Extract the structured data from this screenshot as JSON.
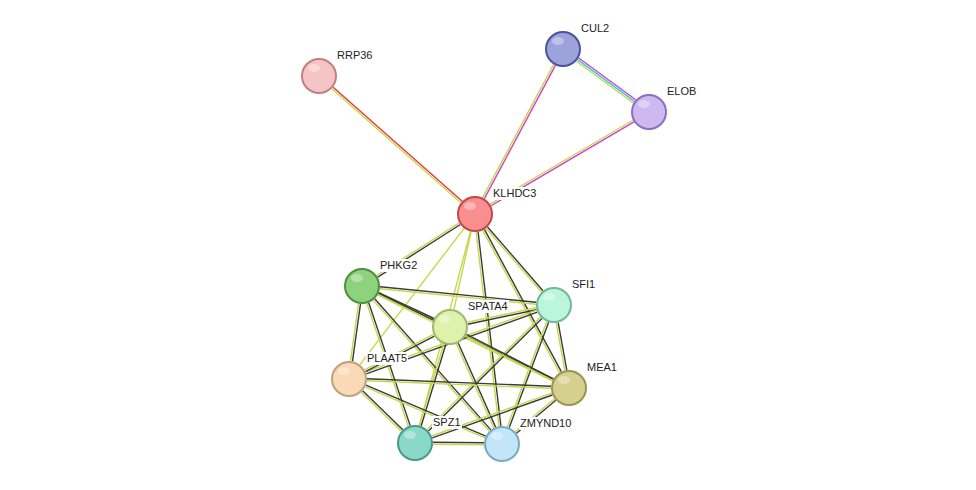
{
  "diagram": {
    "nodes": [
      {
        "text": [
          "RRP36"
        ]
      },
      {
        "text": [
          "CUL2"
        ]
      },
      {
        "text": [
          "ELOB"
        ]
      },
      {
        "text": [
          "KLHDC3"
        ]
      },
      {
        "text": [
          "PHKG2"
        ]
      },
      {
        "text": [
          "SFI1"
        ]
      },
      {
        "text": [
          "SPATA4"
        ]
      },
      {
        "text": [
          "PLAAT5"
        ]
      },
      {
        "text": [
          "MEA1"
        ]
      },
      {
        "text": [
          "SPZ1"
        ]
      },
      {
        "text": [
          "ZMYND10"
        ]
      }
    ],
    "edges": [
      {
        "from": 0,
        "to": 3,
        "arrow": "none"
      },
      {
        "from": 1,
        "to": 3,
        "arrow": "none"
      },
      {
        "from": 1,
        "to": 2,
        "arrow": "none"
      },
      {
        "from": 2,
        "to": 3,
        "arrow": "none"
      },
      {
        "from": 3,
        "to": 4,
        "arrow": "none"
      },
      {
        "from": 3,
        "to": 5,
        "arrow": "none"
      },
      {
        "from": 3,
        "to": 6,
        "arrow": "none"
      },
      {
        "from": 3,
        "to": 7,
        "arrow": "none"
      },
      {
        "from": 3,
        "to": 8,
        "arrow": "none"
      },
      {
        "from": 3,
        "to": 9,
        "arrow": "none"
      },
      {
        "from": 3,
        "to": 10,
        "arrow": "none"
      },
      {
        "from": 4,
        "to": 5,
        "arrow": "none"
      },
      {
        "from": 4,
        "to": 6,
        "arrow": "none"
      },
      {
        "from": 4,
        "to": 7,
        "arrow": "none"
      },
      {
        "from": 4,
        "to": 8,
        "arrow": "none"
      },
      {
        "from": 4,
        "to": 9,
        "arrow": "none"
      },
      {
        "from": 4,
        "to": 10,
        "arrow": "none"
      },
      {
        "from": 5,
        "to": 6,
        "arrow": "none"
      },
      {
        "from": 5,
        "to": 7,
        "arrow": "none"
      },
      {
        "from": 5,
        "to": 8,
        "arrow": "none"
      },
      {
        "from": 5,
        "to": 9,
        "arrow": "none"
      },
      {
        "from": 5,
        "to": 10,
        "arrow": "none"
      },
      {
        "from": 6,
        "to": 7,
        "arrow": "none"
      },
      {
        "from": 6,
        "to": 8,
        "arrow": "none"
      },
      {
        "from": 6,
        "to": 9,
        "arrow": "none"
      },
      {
        "from": 6,
        "to": 10,
        "arrow": "none"
      },
      {
        "from": 7,
        "to": 8,
        "arrow": "none"
      },
      {
        "from": 7,
        "to": 9,
        "arrow": "none"
      },
      {
        "from": 7,
        "to": 10,
        "arrow": "none"
      },
      {
        "from": 8,
        "to": 9,
        "arrow": "none"
      },
      {
        "from": 8,
        "to": 10,
        "arrow": "none"
      },
      {
        "from": 9,
        "to": 10,
        "arrow": "none"
      }
    ]
  }
}
